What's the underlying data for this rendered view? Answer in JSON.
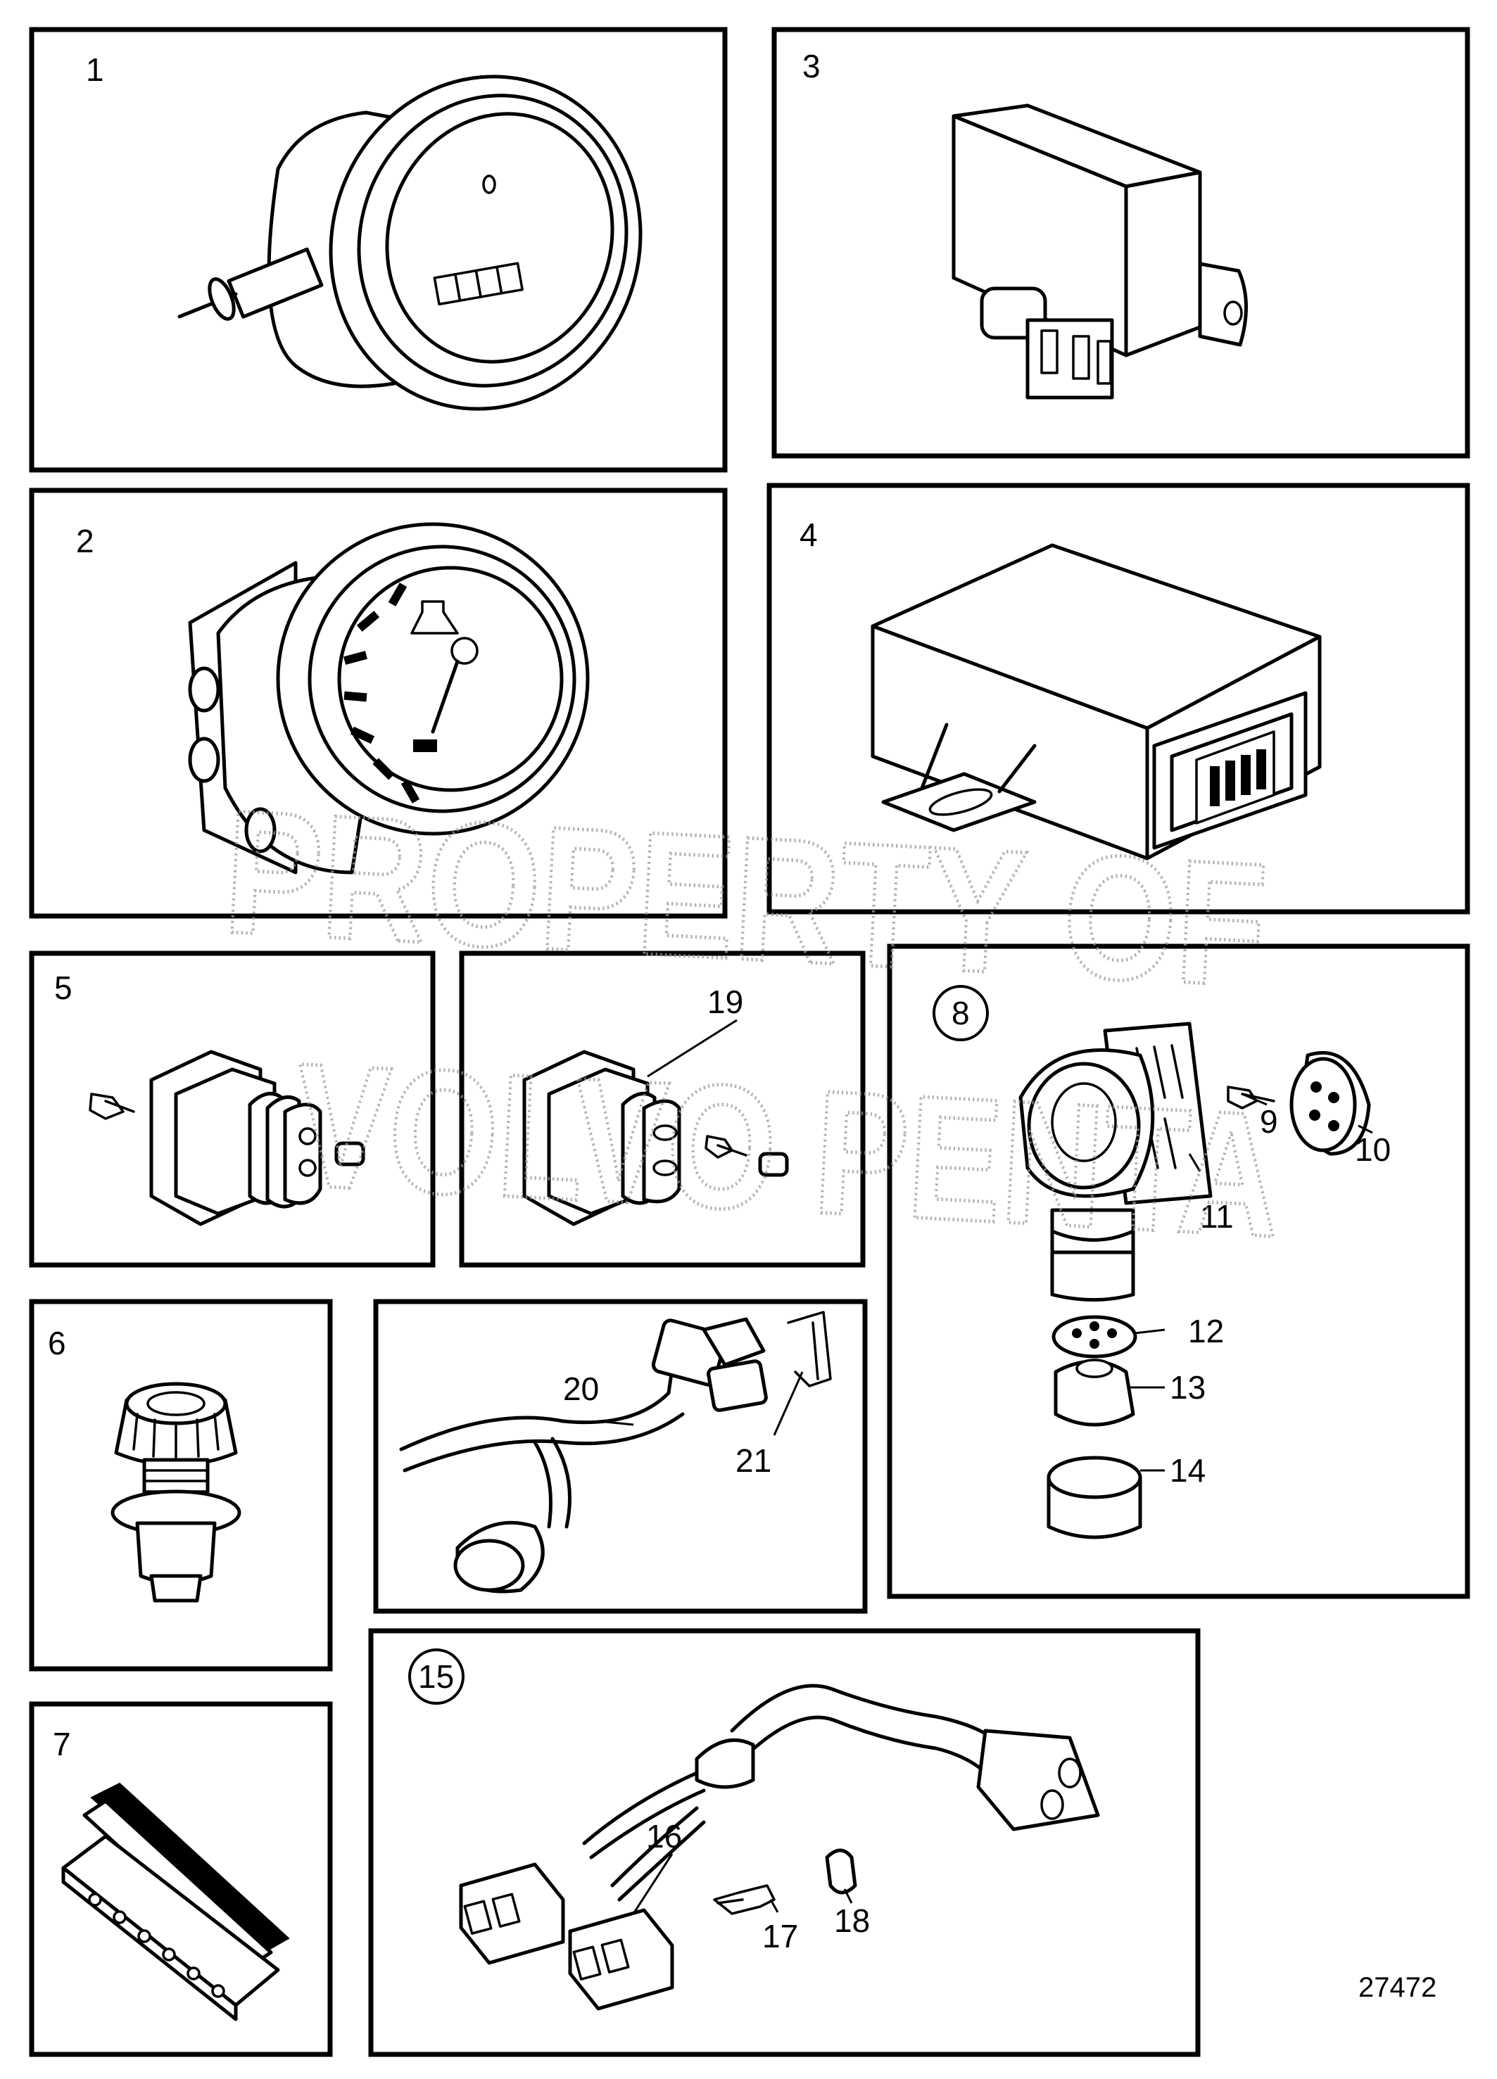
{
  "diagram_id": "27472",
  "watermark": [
    "PROPERTY OF",
    "VOLVO PENTA"
  ],
  "callouts": [
    "1",
    "2",
    "3",
    "4",
    "5",
    "6",
    "7",
    "8",
    "9",
    "10",
    "11",
    "12",
    "13",
    "14",
    "15",
    "16",
    "17",
    "18",
    "19",
    "20",
    "21"
  ],
  "circled_callouts": [
    "8",
    "15"
  ]
}
